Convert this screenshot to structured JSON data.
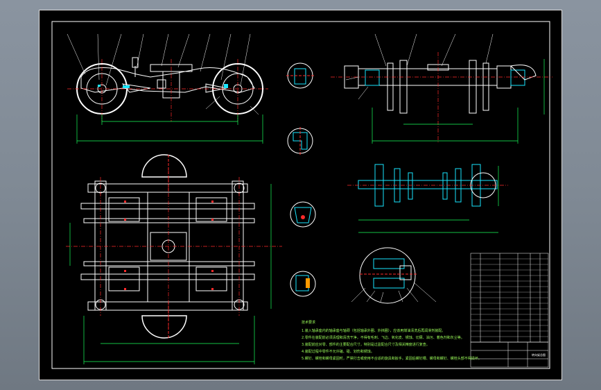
{
  "colors": {
    "background": "#7f8994",
    "sheet": "#000000",
    "outline": "#ffffff",
    "centerline": "#ff2a2a",
    "dimension": "#19ff5a",
    "hatch": "#19e6ff",
    "leader": "#ffffff",
    "notes": "#9dff5a"
  },
  "notes": {
    "title": "技术要求",
    "lines": [
      "1.装入轴承座内的轴承座与轴颈（包括轴承外圈、外挡圈），应该用煤油清洗后再润滑剂装配。",
      "2.零件在装配前必须清理和清洗干净，不得有毛刺、飞边、氧化皮、锈蚀、切屑、油污、着色剂和灰尘等。",
      "3.装配前应对零、部件的主要配合尺寸，特别是过盈配合尺寸及相关精度进行复查。",
      "4.装配过程中零件不允许磕、碰、划伤和锈蚀。",
      "5.螺钉、螺栓和螺母紧固时，严禁打击或使用不合适的旋具和扳手。紧固后螺钉槽、螺母和螺钉、螺栓头部不得损坏。"
    ]
  },
  "title_block": {
    "drawing_name": "转向架总图"
  }
}
